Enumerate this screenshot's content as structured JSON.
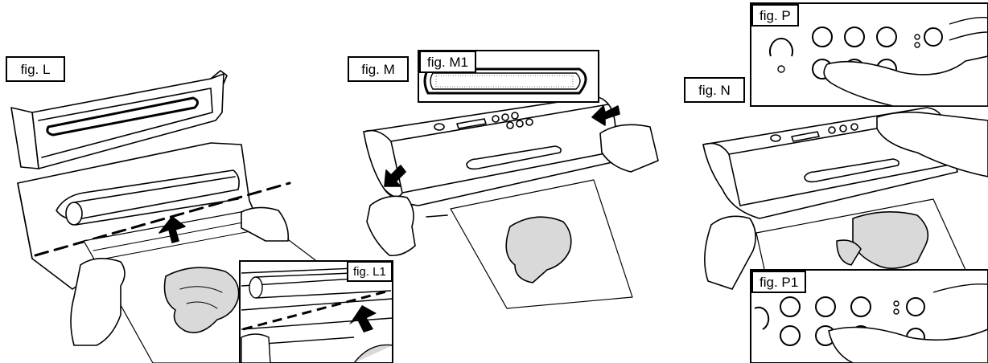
{
  "figures": {
    "L": {
      "label": "fig. L"
    },
    "L1": {
      "label": "fig. L1"
    },
    "M": {
      "label": "fig. M"
    },
    "M1": {
      "label": "fig. M1"
    },
    "N": {
      "label": "fig. N"
    },
    "P": {
      "label": "fig. P"
    },
    "P1": {
      "label": "fig. P1"
    }
  },
  "colors": {
    "ink": "#000000",
    "paper": "#ffffff",
    "shade": "#e6e6e6",
    "meat": "#d9d9d9"
  }
}
